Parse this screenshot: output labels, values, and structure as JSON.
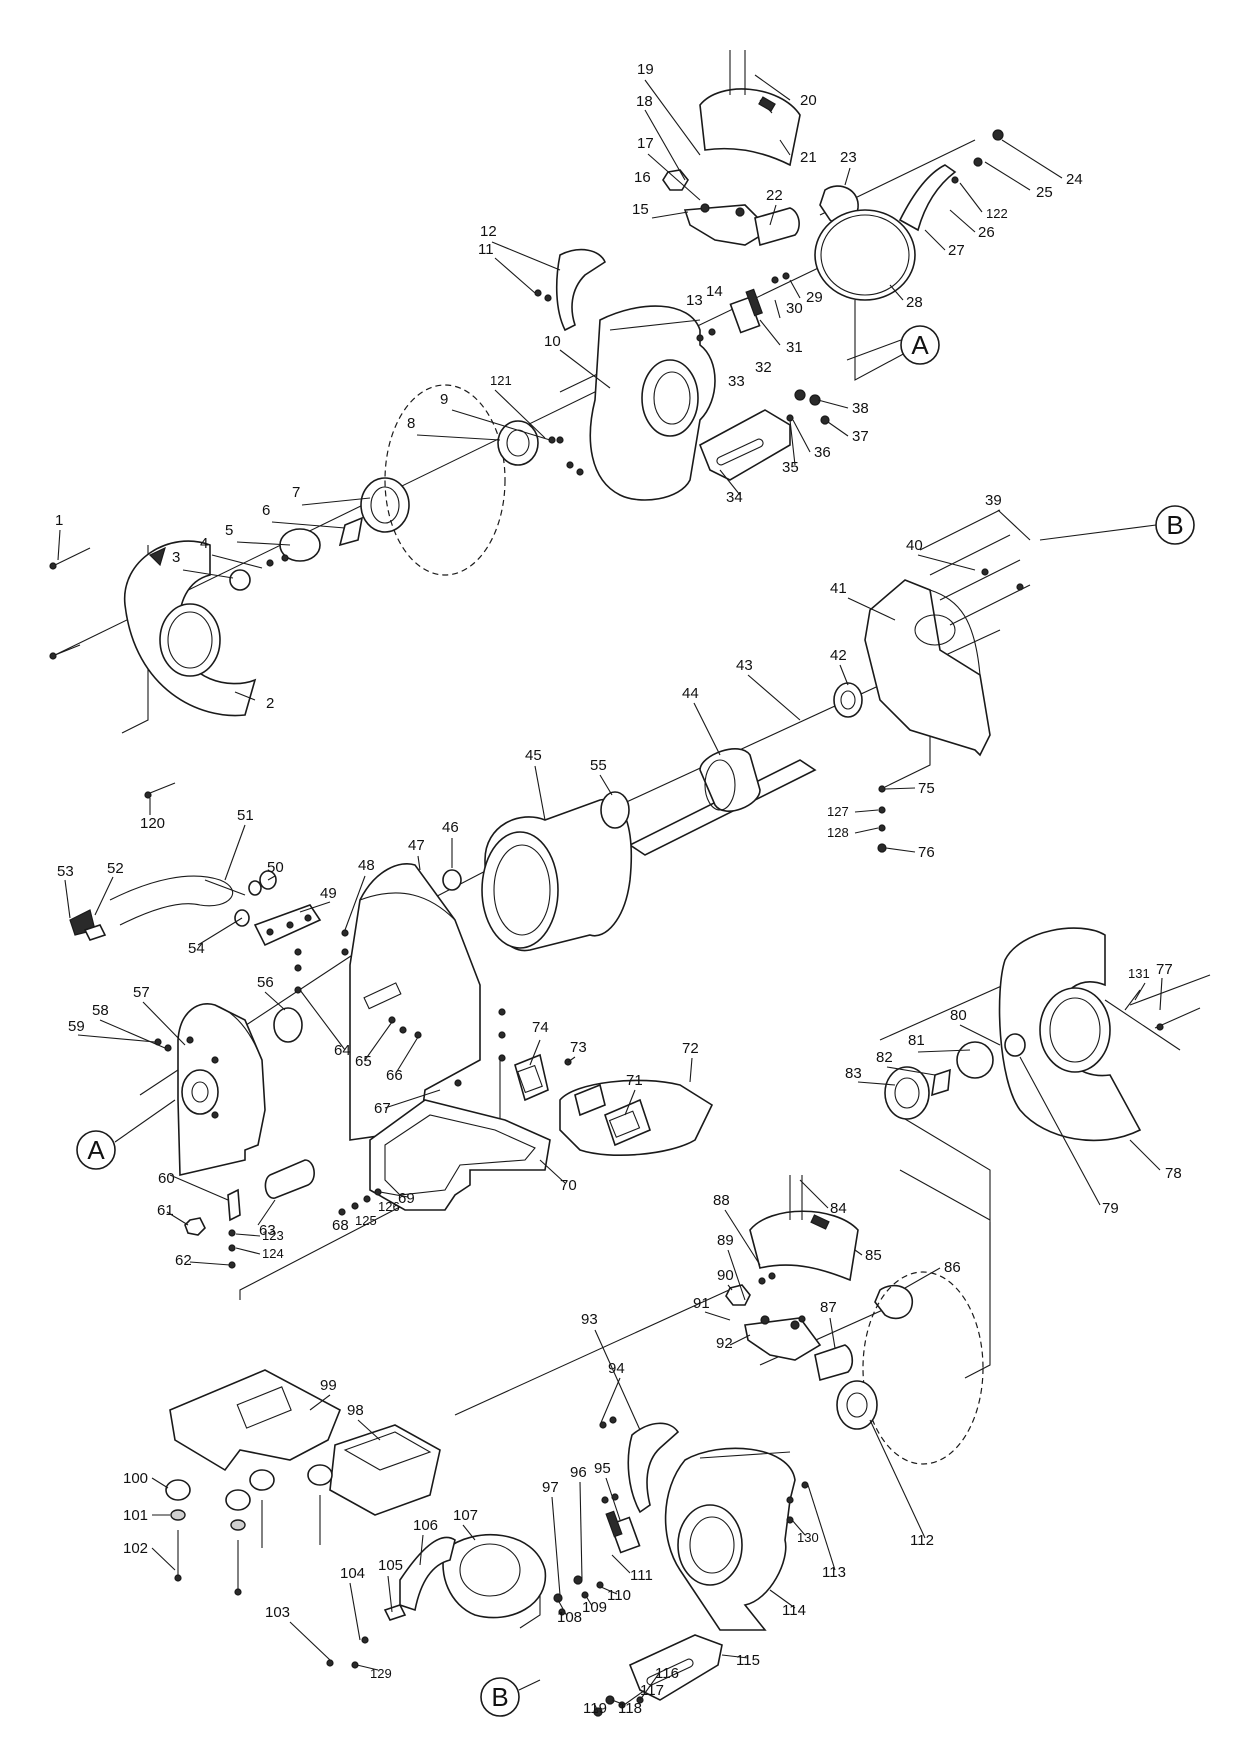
{
  "markers": {
    "A": "A",
    "B": "B"
  },
  "labels": {
    "l1": "1",
    "l2": "2",
    "l3": "3",
    "l4": "4",
    "l5": "5",
    "l6": "6",
    "l7": "7",
    "l8": "8",
    "l9": "9",
    "l10": "10",
    "l11": "11",
    "l12": "12",
    "l13": "13",
    "l14": "14",
    "l15": "15",
    "l16": "16",
    "l17": "17",
    "l18": "18",
    "l19": "19",
    "l20": "20",
    "l21": "21",
    "l22": "22",
    "l23": "23",
    "l24": "24",
    "l25": "25",
    "l26": "26",
    "l27": "27",
    "l28": "28",
    "l29": "29",
    "l30": "30",
    "l31": "31",
    "l32": "32",
    "l33": "33",
    "l34": "34",
    "l35": "35",
    "l36": "36",
    "l37": "37",
    "l38": "38",
    "l39": "39",
    "l40": "40",
    "l41": "41",
    "l42": "42",
    "l43": "43",
    "l44": "44",
    "l45": "45",
    "l46": "46",
    "l47": "47",
    "l48": "48",
    "l49": "49",
    "l50": "50",
    "l51": "51",
    "l52": "52",
    "l53": "53",
    "l54": "54",
    "l55": "55",
    "l56": "56",
    "l57": "57",
    "l58": "58",
    "l59": "59",
    "l60": "60",
    "l61": "61",
    "l62": "62",
    "l63": "63",
    "l64": "64",
    "l65": "65",
    "l66": "66",
    "l67": "67",
    "l68": "68",
    "l69": "69",
    "l70": "70",
    "l71": "71",
    "l72": "72",
    "l73": "73",
    "l74": "74",
    "l75": "75",
    "l76": "76",
    "l77": "77",
    "l78": "78",
    "l79": "79",
    "l80": "80",
    "l81": "81",
    "l82": "82",
    "l83": "83",
    "l84": "84",
    "l85": "85",
    "l86": "86",
    "l87": "87",
    "l88": "88",
    "l89": "89",
    "l90": "90",
    "l91": "91",
    "l92": "92",
    "l93": "93",
    "l94": "94",
    "l95": "95",
    "l96": "96",
    "l97": "97",
    "l98": "98",
    "l99": "99",
    "l100": "100",
    "l101": "101",
    "l102": "102",
    "l103": "103",
    "l104": "104",
    "l105": "105",
    "l106": "106",
    "l107": "107",
    "l108": "108",
    "l109": "109",
    "l110": "110",
    "l111": "111",
    "l112": "112",
    "l113": "113",
    "l114": "114",
    "l115": "115",
    "l116": "116",
    "l117": "117",
    "l118": "118",
    "l119": "119",
    "l120": "120",
    "l121": "121",
    "l122": "122",
    "l123": "123",
    "l124": "124",
    "l125": "125",
    "l126": "126",
    "l127": "127",
    "l128": "128",
    "l129": "129",
    "l130": "130",
    "l131": "131"
  }
}
